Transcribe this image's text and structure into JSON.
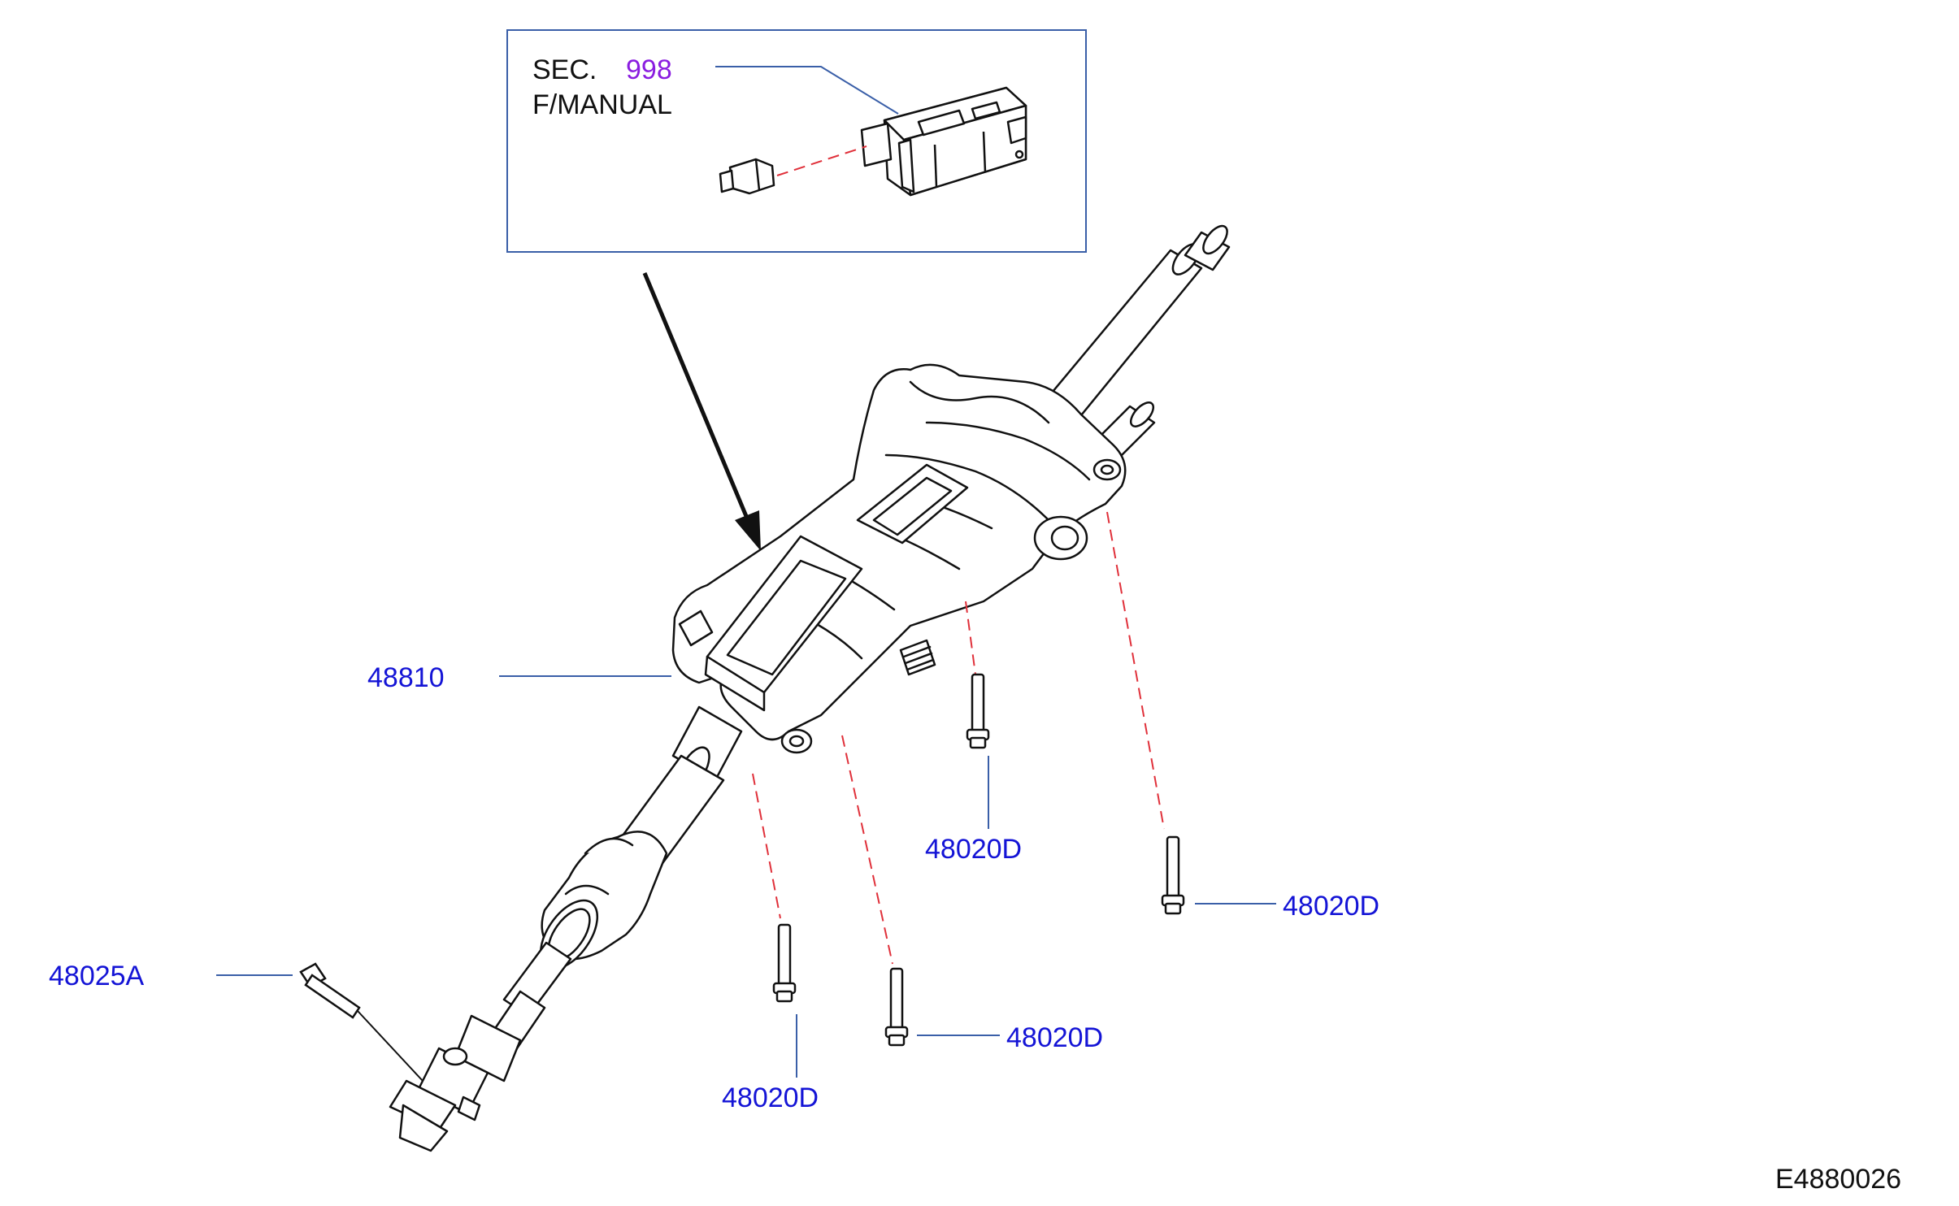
{
  "inset": {
    "sec_prefix": "SEC.",
    "sec_number": "998",
    "manual_label": "F/MANUAL"
  },
  "callouts": [
    {
      "id": "column",
      "label": "48810"
    },
    {
      "id": "bolt-a",
      "label": "48020D"
    },
    {
      "id": "bolt-b",
      "label": "48020D"
    },
    {
      "id": "bolt-c",
      "label": "48020D"
    },
    {
      "id": "bolt-d",
      "label": "48020D"
    },
    {
      "id": "yoke-bolt",
      "label": "48025A"
    }
  ],
  "figure_code": "E4880026",
  "colors": {
    "part_number": "#1414d6",
    "section_ref": "#8a1de0",
    "leader_line": "#3a5fa8",
    "hidden_line": "#e0303a",
    "drawing": "#111111"
  }
}
